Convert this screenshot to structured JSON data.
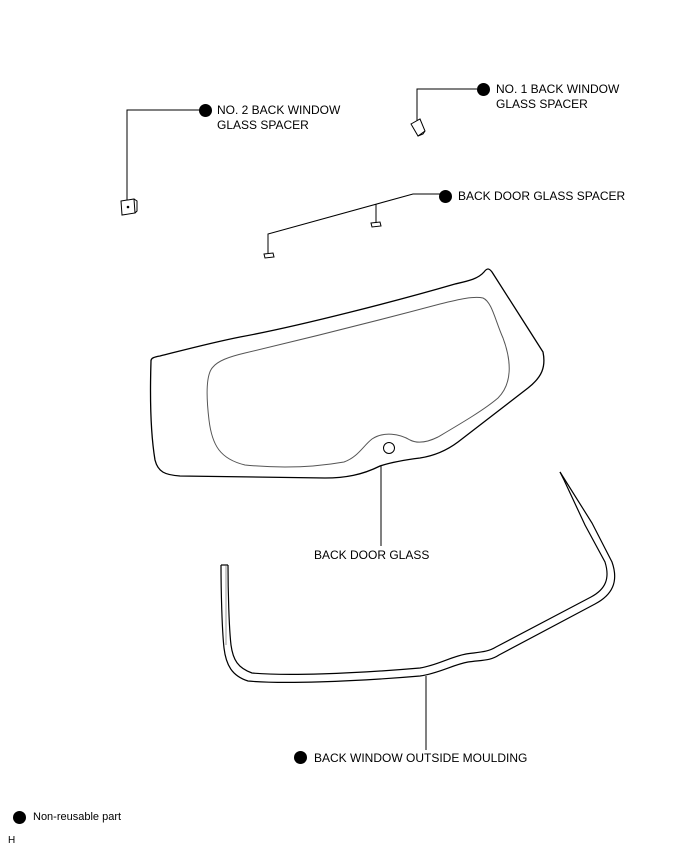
{
  "callouts": {
    "no2_spacer": {
      "line1": "NO. 2 BACK WINDOW",
      "line2": "GLASS SPACER",
      "non_reusable": true
    },
    "no1_spacer": {
      "line1": "NO. 1 BACK WINDOW",
      "line2": "GLASS SPACER",
      "non_reusable": true
    },
    "door_glass_spacer": {
      "text": "BACK DOOR GLASS SPACER",
      "non_reusable": true
    },
    "door_glass": {
      "text": "BACK DOOR GLASS",
      "non_reusable": false
    },
    "outside_moulding": {
      "text": "BACK WINDOW OUTSIDE MOULDING",
      "non_reusable": true
    }
  },
  "legend": {
    "text": "Non-reusable part",
    "symbol": "filled-circle-icon"
  },
  "footer_code": "H"
}
